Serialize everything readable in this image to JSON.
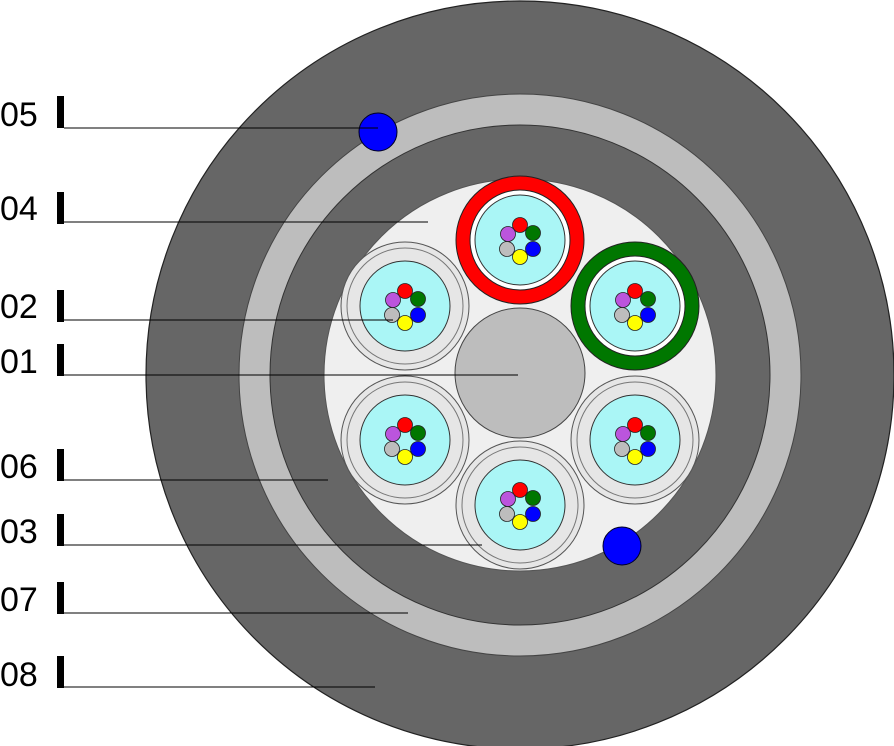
{
  "labels": [
    "05",
    "04",
    "02",
    "01",
    "06",
    "03",
    "07",
    "08"
  ],
  "colors": {
    "outer_sheath": "#666666",
    "armor_ring": "#bdbdbd",
    "inner_sheath": "#666666",
    "core_fill": "#efefef",
    "central_member": "#bdbdbd",
    "buffer_tube": "#e6e6e6",
    "gel": "#aaf6f6",
    "water_blocking_yarn": "#0000ff",
    "filler_red": "#ff0000",
    "filler_green": "#007700",
    "fiber_colors": [
      "#ff0000",
      "#007700",
      "#0000ff",
      "#ffff00",
      "#bdbdbd",
      "#bb55dd"
    ]
  }
}
